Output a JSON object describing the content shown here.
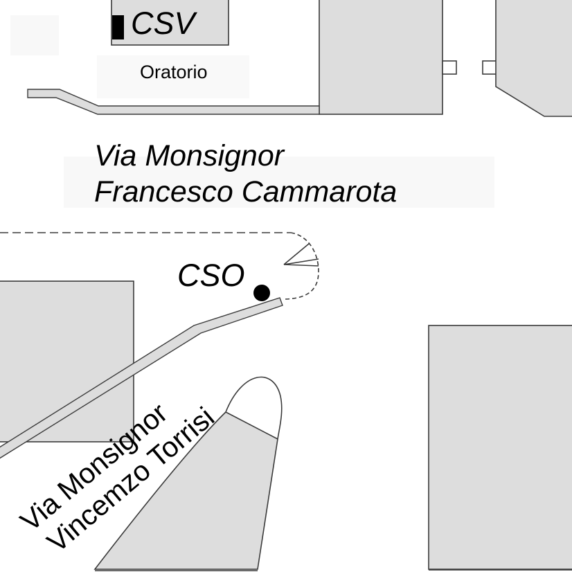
{
  "map": {
    "labels": {
      "csv": "CSV",
      "oratorio": "Oratorio",
      "cso": "CSO"
    },
    "streets": {
      "monsignor_cammarota": {
        "line1": "Via Monsignor",
        "line2": "Francesco Cammarota"
      },
      "monsignor_torrisi": {
        "line1": "Via Monsignor",
        "line2": "Vincemzo Torrisi"
      }
    },
    "colors": {
      "building_fill": "#dddddd",
      "outline": "#3a3a3a",
      "text": "#000000",
      "marker": "#000000"
    }
  }
}
